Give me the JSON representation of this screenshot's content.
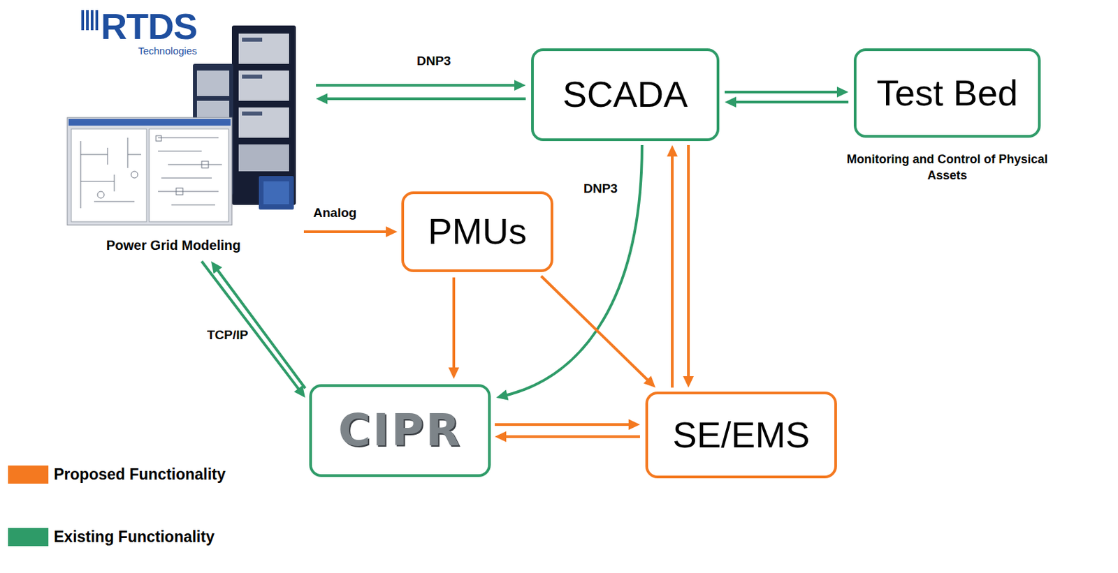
{
  "diagram": {
    "nodes": [
      {
        "text": [
          "RTDS",
          "Technologies",
          "Power Grid Modeling"
        ]
      },
      {
        "text": [
          "SCADA"
        ]
      },
      {
        "text": [
          "Test Bed",
          "Monitoring and Control of Physical Assets"
        ]
      },
      {
        "text": [
          "PMUs"
        ]
      },
      {
        "text": [
          "CIPR"
        ]
      },
      {
        "text": [
          "SE/EMS"
        ]
      }
    ],
    "edges": [
      {
        "from": 0,
        "to": 1,
        "arrow": "to",
        "label": "DNP3"
      },
      {
        "from": 1,
        "to": 0,
        "arrow": "to"
      },
      {
        "from": 1,
        "to": 2,
        "arrow": "to"
      },
      {
        "from": 2,
        "to": 1,
        "arrow": "to"
      },
      {
        "from": 0,
        "to": 3,
        "arrow": "to",
        "label": "Analog"
      },
      {
        "from": 0,
        "to": 4,
        "arrow": "to",
        "label": "TCP/IP"
      },
      {
        "from": 4,
        "to": 0,
        "arrow": "to"
      },
      {
        "from": 1,
        "to": 4,
        "arrow": "to",
        "label": "DNP3"
      },
      {
        "from": 3,
        "to": 4,
        "arrow": "to"
      },
      {
        "from": 3,
        "to": 5,
        "arrow": "to"
      },
      {
        "from": 5,
        "to": 1,
        "arrow": "to"
      },
      {
        "from": 1,
        "to": 5,
        "arrow": "to"
      },
      {
        "from": 4,
        "to": 5,
        "arrow": "to"
      },
      {
        "from": 5,
        "to": 4,
        "arrow": "to"
      }
    ],
    "legend": [
      {
        "text": "Proposed Functionality",
        "color": "#f47920"
      },
      {
        "text": "Existing Functionality",
        "color": "#2e9b68"
      }
    ]
  }
}
